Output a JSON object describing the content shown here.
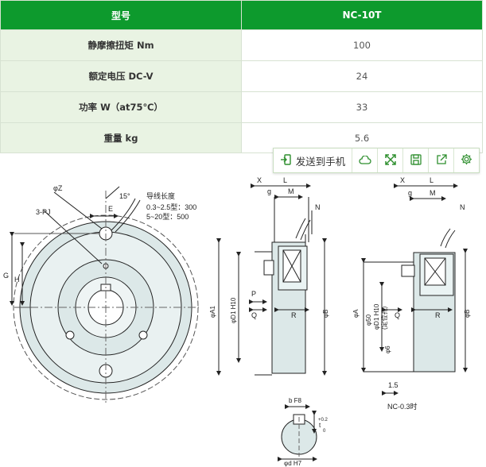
{
  "table": {
    "header": {
      "label": "型号",
      "model": "NC-10T"
    },
    "rows": [
      {
        "label": "静摩擦扭矩 Nm",
        "value": "100"
      },
      {
        "label": "额定电压 DC-V",
        "value": "24"
      },
      {
        "label": "功率 W（at75℃）",
        "value": "33"
      },
      {
        "label": "重量 kg",
        "value": "5.6"
      }
    ]
  },
  "toolbar": {
    "send_label": "发送到手机",
    "icons": [
      "send-to-phone-icon",
      "cloud-icon",
      "fullscreen-icon",
      "save-icon",
      "share-icon",
      "settings-icon"
    ],
    "accent": "#2f8f2f"
  },
  "drawing": {
    "front": {
      "phi_z": "φZ",
      "angle": "15°",
      "tap": "3-PJ",
      "e": "E",
      "g": "G",
      "h": "H",
      "lead_title": "导线长度",
      "lead_1": "0.3~2.5型：300",
      "lead_2": "5~20型：500"
    },
    "side": {
      "x": "X",
      "l": "L",
      "g": "g",
      "m": "M",
      "n": "N",
      "p": "P",
      "q": "Q",
      "r": "R",
      "a1": "φA1",
      "d1": "φD1 H10",
      "b": "φB"
    },
    "side2": {
      "x": "X",
      "l": "L",
      "g": "g",
      "m": "M",
      "n": "N",
      "q": "Q",
      "r": "R",
      "a": "φA",
      "fifty": "φ50",
      "d1": "φD1 H10",
      "d1_note": "(定位孔)",
      "six": "φ6",
      "b": "φB",
      "dim": "1.5",
      "caption": "NC-0.3时"
    },
    "shaft": {
      "b": "b F8",
      "t": "t",
      "t_sup": "+0.2",
      "t_sub": "0",
      "d": "φd H7"
    }
  },
  "colors": {
    "header_green": "#0d9a2d",
    "label_bg": "#e9f3e3",
    "body_fill": "#dce8e8"
  }
}
